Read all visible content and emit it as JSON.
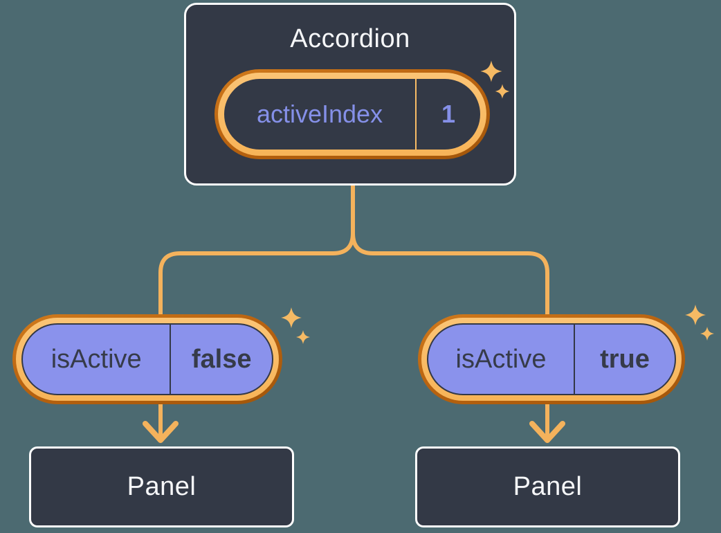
{
  "diagram_type": "component-tree",
  "root_component": {
    "title": "Accordion",
    "state_name": "activeIndex",
    "state_value": "1"
  },
  "children": [
    {
      "prop_name": "isActive",
      "prop_value": "false",
      "panel_label": "Panel"
    },
    {
      "prop_name": "isActive",
      "prop_value": "true",
      "panel_label": "Panel"
    }
  ],
  "colors": {
    "background": "#4c6a71",
    "node_fill": "#333946",
    "node_border": "#ffffff",
    "node_text": "#f6f7f9",
    "pill_ring_outer": "#b96310",
    "pill_ring_inner": "#f9bc66",
    "connector": "#f4b25c",
    "sparkle": "#f6ba64",
    "state_text": "#8590e8",
    "prop_fill": "#8a92ec",
    "prop_text": "#363b49"
  }
}
